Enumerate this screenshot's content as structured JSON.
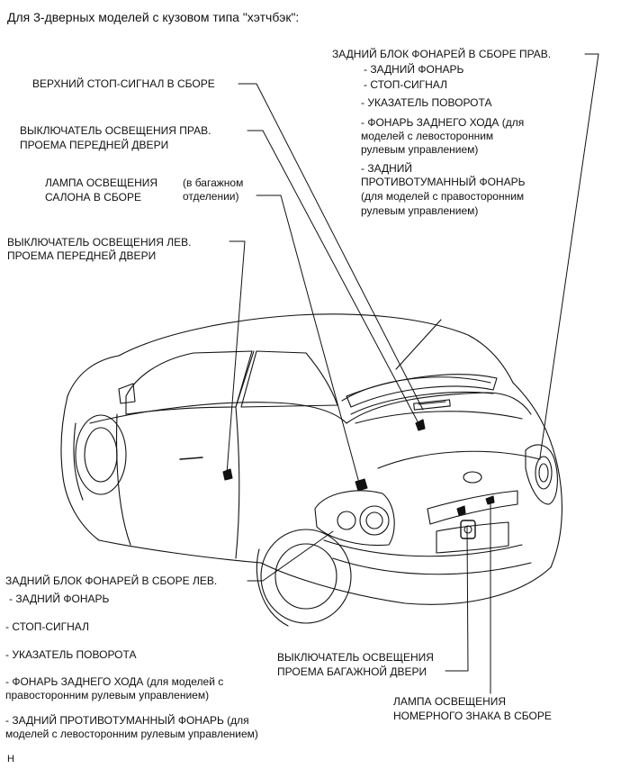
{
  "title": "Для 3-дверных моделей с кузовом типа \"хэтчбэк\":",
  "labels": {
    "rear_lamp_right": {
      "heading": "ЗАДНИЙ БЛОК ФОНАРЕЙ В СБОРЕ  ПРАВ.",
      "items": [
        "- ЗАДНИЙ ФОНАРЬ",
        "- СТОП-СИГНАЛ",
        "- УКАЗАТЕЛЬ ПОВОРОТА",
        "- ФОНАРЬ ЗАДНЕГО ХОДА (для",
        "моделей с левосторонним",
        "рулевым управлением)",
        "- ЗАДНИЙ",
        "ПРОТИВОТУМАННЫЙ ФОНАРЬ",
        "(для моделей с правосторонним",
        "рулевым управлением)"
      ]
    },
    "high_stop": "ВЕРХНИЙ СТОП-СИГНАЛ В СБОРЕ",
    "door_switch_right": [
      "ВЫКЛЮЧАТЕЛЬ ОСВЕЩЕНИЯ   ПРАВ.",
      "ПРОЕМА ПЕРЕДНЕЙ ДВЕРИ"
    ],
    "room_lamp": [
      "ЛАМПА ОСВЕЩЕНИЯ",
      "САЛОНА В СБОРЕ"
    ],
    "room_lamp_note": [
      "(в багажном",
      "отделении)"
    ],
    "door_switch_left": [
      "ВЫКЛЮЧАТЕЛЬ ОСВЕЩЕНИЯ   ЛЕВ.",
      "ПРОЕМА ПЕРЕДНЕЙ ДВЕРИ"
    ],
    "rear_lamp_left": {
      "heading": "ЗАДНИЙ БЛОК ФОНАРЕЙ В СБОРЕ  ЛЕВ.",
      "items": [
        "- ЗАДНИЙ ФОНАРЬ",
        "- СТОП-СИГНАЛ",
        "- УКАЗАТЕЛЬ ПОВОРОТА",
        "- ФОНАРЬ ЗАДНЕГО ХОДА (для моделей с",
        "правосторонним рулевым управлением)",
        "- ЗАДНИЙ ПРОТИВОТУМАННЫЙ ФОНАРЬ (для",
        "моделей с левосторонним рулевым управлением)"
      ]
    },
    "back_door_switch": [
      "ВЫКЛЮЧАТЕЛЬ ОСВЕЩЕНИЯ",
      "ПРОЕМА БАГАЖНОЙ ДВЕРИ"
    ],
    "plate_lamp": [
      "ЛАМПА ОСВЕЩЕНИЯ",
      "НОМЕРНОГО ЗНАКА В СБОРЕ"
    ],
    "footer_code": "H"
  },
  "colors": {
    "ink": "#111111",
    "background": "#ffffff"
  }
}
